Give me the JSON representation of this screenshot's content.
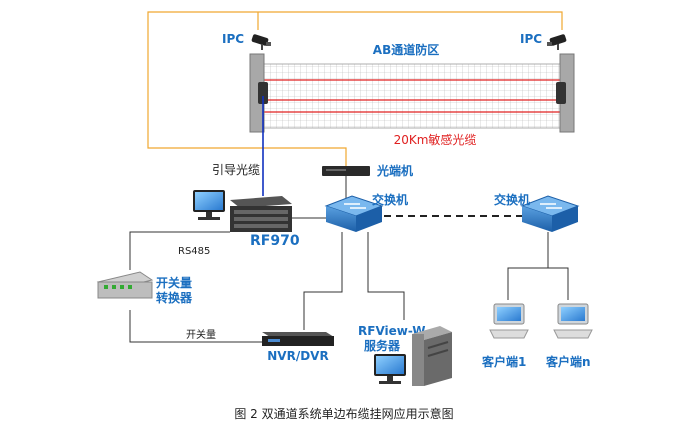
{
  "labels": {
    "ipc_left": "IPC",
    "ipc_right": "IPC",
    "zone": "AB通道防区",
    "cable": "20Km敏感光缆",
    "guide_cable": "引导光缆",
    "optical_terminal": "光端机",
    "switch_left": "交换机",
    "switch_right": "交换机",
    "rf970": "RF970",
    "rs485": "RS485",
    "converter_line1": "开关量",
    "converter_line2": "转换器",
    "switch_signal": "开关量",
    "nvr": "NVR/DVR",
    "server_line1": "RFView-W",
    "server_line2": "服务器",
    "client1": "客户端1",
    "clientn": "客户端n"
  },
  "caption": "图 2  双通道系统单边布缆挂网应用示意图",
  "colors": {
    "accent_blue": "#1b6fc0",
    "cable_red": "#e02020",
    "orange_line": "#f0a830",
    "guide_blue": "#1030c0"
  }
}
